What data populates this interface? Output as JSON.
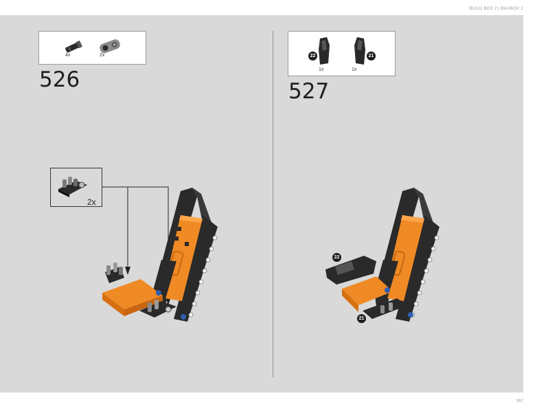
{
  "header": {
    "label": "BUILD BOX 2 | BAUBOX 2"
  },
  "page_number": "357",
  "step_526": {
    "number": "526",
    "parts": [
      {
        "qty": "4x",
        "part": "axle-pin"
      },
      {
        "qty": "2x",
        "part": "axle-connector"
      }
    ],
    "callout": {
      "qty": "2x"
    }
  },
  "step_527": {
    "number": "527",
    "parts": [
      {
        "qty": "1x",
        "marker": "22"
      },
      {
        "qty": "1x",
        "marker": "21"
      }
    ],
    "markers": {
      "left": "22",
      "right": "21"
    }
  },
  "colors": {
    "orange": "#f08a24",
    "black": "#2a2a2a",
    "grey": "#8a8a8a",
    "blue": "#2f5fb3",
    "background": "#d9d9d9"
  }
}
